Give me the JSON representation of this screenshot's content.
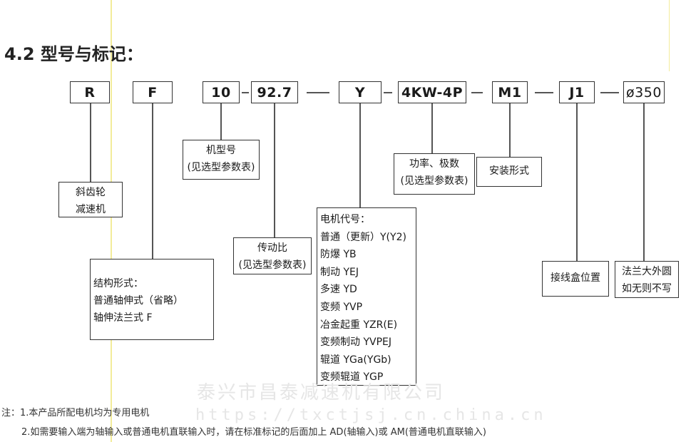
{
  "title": "4.2 型号与标记：",
  "codes": {
    "r": "R",
    "f": "F",
    "size": "10",
    "ratio": "92.7",
    "motor": "Y",
    "power": "4KW-4P",
    "mount": "M1",
    "terminal": "J1",
    "flange": "ø350"
  },
  "descriptions": {
    "r": [
      "斜齿轮",
      "减速机"
    ],
    "f": [
      "结构形式：",
      "普通轴伸式（省略）",
      "轴伸法兰式 F"
    ],
    "size": [
      "机型号",
      "(见选型参数表)"
    ],
    "ratio": [
      "传动比",
      "(见选型参数表)"
    ],
    "motor": [
      "电机代号：",
      "普通（更新）Y(Y2)",
      "防爆 YB",
      "制动 YEJ",
      "多速 YD",
      "变频 YVP",
      "冶金起重 YZR(E)",
      "变频制动 YVPEJ",
      "辊道 YGa(YGb)",
      "变频辊道 YGP"
    ],
    "power": [
      "功率、极数",
      "(见选型参数表)"
    ],
    "mount": [
      "安装形式"
    ],
    "terminal": [
      "接线盒位置"
    ],
    "flange": [
      "法兰大外圆",
      "如无则不写"
    ]
  },
  "notes": {
    "line1": "注：1.本产品所配电机均为专用电机",
    "line2": "2.如需要输入端为轴输入或普通电机直联输入时，请在标准标记的后面加上 AD(轴输入)或 AM(普通电机直联输入)"
  },
  "watermark": {
    "company": "泰兴市昌泰减速机有限公司",
    "url": "https://txctjsj.cn.china.cn"
  },
  "colors": {
    "guide": "#f3ec9a",
    "line": "#555555"
  }
}
